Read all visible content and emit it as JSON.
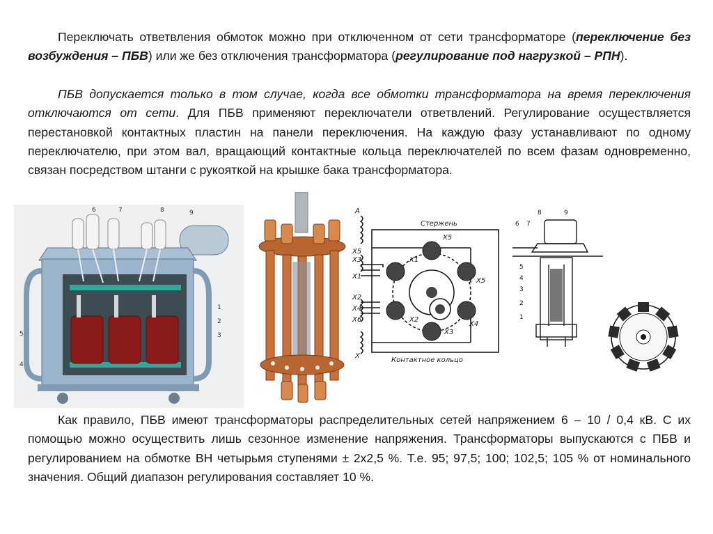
{
  "paragraphs": [
    {
      "t1": "Переключать ответвления обмоток можно при отключенном от сети трансформаторе (",
      "b1": "переключение без возбуждения – ПБВ",
      "t2": ") или же без отключения трансформатора (",
      "b2": "регулирование под нагрузкой – РПН",
      "t3": ")."
    },
    {
      "i1": "ПБВ допускается только в том случае, когда все обмотки трансформатора на время переключения отключаются от сети",
      "t1": ". Для ПБВ применяют переключатели ответвлений. Регулирование осуществляется перестановкой контактных пластин на панели переключения. На каждую фазу устанавливают по одному переключателю, при этом вал, вращающий контактные кольца переключателей по всем фазам одновременно, связан посредством штанги с рукояткой на крышке бака трансформатора."
    },
    {
      "t1": "Как правило, ПБВ имеют трансформаторы распределительных сетей напряжением 6 – 10 / 0,4 кВ. С их помощью можно осуществить лишь сезонное изменение напряжения. Трансформаторы выпускаются с ПБВ и регулированием на обмотке ВН четырьмя ступенями ± 2х2,5 %. Т.е. 95; 97,5; 100; 102,5; 105 % от номинального значения. Общий диапазон регулирования составляет 10 %."
    }
  ],
  "figures": {
    "transformer": {
      "callouts": [
        "1",
        "2",
        "3",
        "4",
        "5",
        "6",
        "7",
        "8",
        "9"
      ]
    },
    "schematic": {
      "label_rod": "Стержень",
      "label_ring": "Контактное кольцо",
      "terminal_a": "A",
      "terminal_x": "X",
      "x5": "X5",
      "x3": "X3",
      "x1": "X1",
      "x2": "X2",
      "x4": "X4",
      "x6": "X6"
    },
    "switch": {
      "callouts": [
        "1",
        "2",
        "3",
        "4",
        "5",
        "6",
        "7",
        "8",
        "9"
      ]
    }
  },
  "colors": {
    "copper": "#c8713a",
    "winding": "#8b1a1a",
    "tank": "#9ab4cc",
    "ink": "#1a1a1a"
  }
}
